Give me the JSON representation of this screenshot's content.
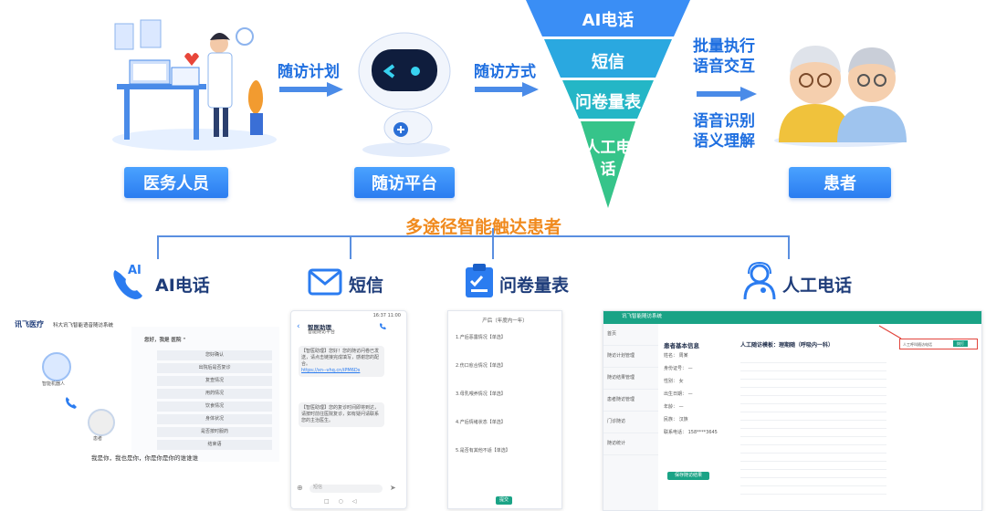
{
  "nodes": {
    "medical_staff": "医务人员",
    "platform": "随访平台",
    "patient": "患者"
  },
  "flows": {
    "plan": "随访计划",
    "method": "随访方式"
  },
  "funnel": [
    "AI电话",
    "短信",
    "问卷量表",
    "人工电话"
  ],
  "capabilities": {
    "line1": "批量执行",
    "line2": "语音交互",
    "line3": "语音识别",
    "line4": "语义理解"
  },
  "multi_channel": "多途径智能触达患者",
  "channels": {
    "ai_phone": "AI电话",
    "sms": "短信",
    "questionnaire": "问卷量表",
    "manual_phone": "人工电话"
  },
  "ai_panel": {
    "brand": "讯飞医疗",
    "system": "科大讯飞智能语音随访系统",
    "robot_label": "智能机器人",
    "patient_label": "患者",
    "greeting": "您好，我是 医院 \"",
    "menu": [
      "您好确认",
      "出院后是否复诊",
      "复查情况",
      "用药情况",
      "饮食情况",
      "身体状况",
      "是否按时服药",
      "结束语"
    ],
    "caption": "我是你，我也是你，你是你是你的谁谁谁"
  },
  "sms_panel": {
    "status": "16:37 11:00",
    "contact": "智医助理",
    "contact_sub": "智能随访平台",
    "msg1": "【智医助理】您好！您的随访问卷已发送，请点击链接完成填写，感谢您的配合。",
    "link": "https://xn--vhq.cn/iPM6Ds",
    "msg2": "【智医助理】您的复诊时间即将到达，请按时前往医院复诊，如有疑问请联系您的主治医生。",
    "input_hint": "短信"
  },
  "question_panel": {
    "title": "产后（年度内一年）",
    "items": [
      "1.产后恶露情况【单选】",
      "2.伤口愈合情况【单选】",
      "3.母乳喂养情况【单选】",
      "4.产后情绪状态【单选】",
      "5.是否有其他不适【单选】"
    ],
    "submit": "提交"
  },
  "manual_panel": {
    "header": "讯飞智能随访系统",
    "nav": [
      "首页",
      "随访计划管理",
      "随访结果管理",
      "患者随访管理",
      "门诊随访",
      "随访统计"
    ],
    "patient_info_title": "患者基本信息",
    "fields": [
      [
        "姓名",
        "周某"
      ],
      [
        "身份证号",
        "—"
      ],
      [
        "性别",
        "女"
      ],
      [
        "出生日期",
        "—"
      ],
      [
        "年龄",
        "—"
      ],
      [
        "民族",
        "汉族"
      ],
      [
        "联系电话",
        "158****3645"
      ]
    ],
    "template_title": "人工随访模板：理期随（呼吸内一科）",
    "call_label": "人工呼叫随访电话",
    "call_button": "拨打",
    "save": "保存随访结果"
  },
  "colors": {
    "primary": "#2b7cf0",
    "funnel_top": "#3a8ef5",
    "funnel_mid": "#24b6c6",
    "funnel_bottom": "#36c48a",
    "green_header": "#1aa386"
  }
}
